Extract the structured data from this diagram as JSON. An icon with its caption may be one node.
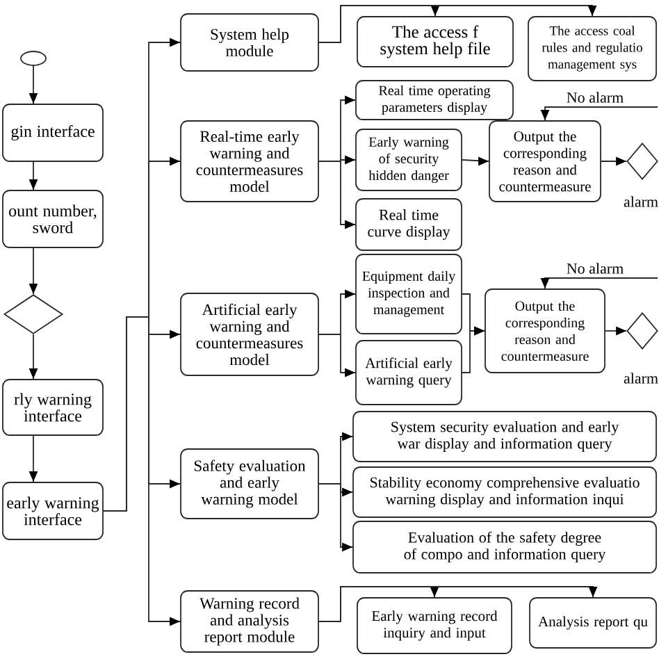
{
  "diagram": {
    "nodes": [
      {
        "text": [],
        "shape": "ellipse"
      },
      {
        "text": [
          "gin interface"
        ]
      },
      {
        "text": [
          "ount number, sword"
        ]
      },
      {
        "text": [],
        "shape": "diamond"
      },
      {
        "text": [
          "rly warning interface"
        ]
      },
      {
        "text": [
          "early warning interface"
        ]
      },
      {
        "text": [
          "System help module"
        ]
      },
      {
        "text": [
          "Real-time early warning and countermeasures model"
        ]
      },
      {
        "text": [
          "Artificial early warning and countermeasures model"
        ]
      },
      {
        "text": [
          "Safety evaluation and early warning model"
        ]
      },
      {
        "text": [
          "Warning record and analysis report module"
        ]
      },
      {
        "text": [
          "The access f system help file"
        ]
      },
      {
        "text": [
          "The access coal rules and regulatio management sys"
        ]
      },
      {
        "text": [
          "Real time operating parameters display"
        ]
      },
      {
        "text": [
          "Early warning of security hidden danger"
        ]
      },
      {
        "text": [
          "Real time curve display"
        ]
      },
      {
        "text": [
          "Output the corresponding reason and countermeasure"
        ]
      },
      {
        "text": [],
        "shape": "diamond"
      },
      {
        "text": [
          "Equipment daily inspection and management"
        ]
      },
      {
        "text": [
          "Artificial early warning query"
        ]
      },
      {
        "text": [
          "Output the corresponding reason and countermeasure"
        ]
      },
      {
        "text": [],
        "shape": "diamond"
      },
      {
        "text": [
          "System security evaluation and early war display and information query"
        ]
      },
      {
        "text": [
          "Stability economy comprehensive evaluatio warning display and information inqui"
        ]
      },
      {
        "text": [
          "Evaluation of the safety degree of compo and information query"
        ]
      },
      {
        "text": [
          "Early warning record inquiry and input"
        ]
      },
      {
        "text": [
          "Analysis report qu"
        ]
      }
    ],
    "edges": [
      {
        "from": 0,
        "to": 1,
        "arrow": "to"
      },
      {
        "from": 1,
        "to": 2,
        "arrow": "to"
      },
      {
        "from": 2,
        "to": 3,
        "arrow": "to"
      },
      {
        "from": 3,
        "to": 4,
        "arrow": "to"
      },
      {
        "from": 4,
        "to": 5,
        "arrow": "to"
      },
      {
        "from": 5,
        "to": 6,
        "arrow": "to"
      },
      {
        "from": 5,
        "to": 7,
        "arrow": "to"
      },
      {
        "from": 5,
        "to": 8,
        "arrow": "to"
      },
      {
        "from": 5,
        "to": 9,
        "arrow": "to"
      },
      {
        "from": 5,
        "to": 10,
        "arrow": "to"
      },
      {
        "from": 6,
        "to": 11,
        "arrow": "to"
      },
      {
        "from": 6,
        "to": 12,
        "arrow": "to"
      },
      {
        "from": 7,
        "to": 13,
        "arrow": "to"
      },
      {
        "from": 7,
        "to": 14,
        "arrow": "to"
      },
      {
        "from": 7,
        "to": 15,
        "arrow": "to"
      },
      {
        "from": 14,
        "to": 16,
        "arrow": "to"
      },
      {
        "from": 16,
        "to": 17,
        "arrow": "to"
      },
      {
        "from": null,
        "to": 16,
        "arrow": "to",
        "label": "No alarm"
      },
      {
        "from": 8,
        "to": 18,
        "arrow": "to"
      },
      {
        "from": 8,
        "to": 19,
        "arrow": "to"
      },
      {
        "from": 18,
        "to": 20,
        "arrow": "to"
      },
      {
        "from": 19,
        "to": 20,
        "arrow": "to"
      },
      {
        "from": 20,
        "to": 21,
        "arrow": "to"
      },
      {
        "from": null,
        "to": 20,
        "arrow": "to",
        "label": "No alarm"
      },
      {
        "from": 9,
        "to": 22,
        "arrow": "to"
      },
      {
        "from": 9,
        "to": 23,
        "arrow": "to"
      },
      {
        "from": 9,
        "to": 24,
        "arrow": "to"
      },
      {
        "from": 10,
        "to": 25,
        "arrow": "to"
      },
      {
        "from": 10,
        "to": 26,
        "arrow": "to"
      }
    ],
    "labels": [
      "alarm",
      "alarm"
    ]
  }
}
